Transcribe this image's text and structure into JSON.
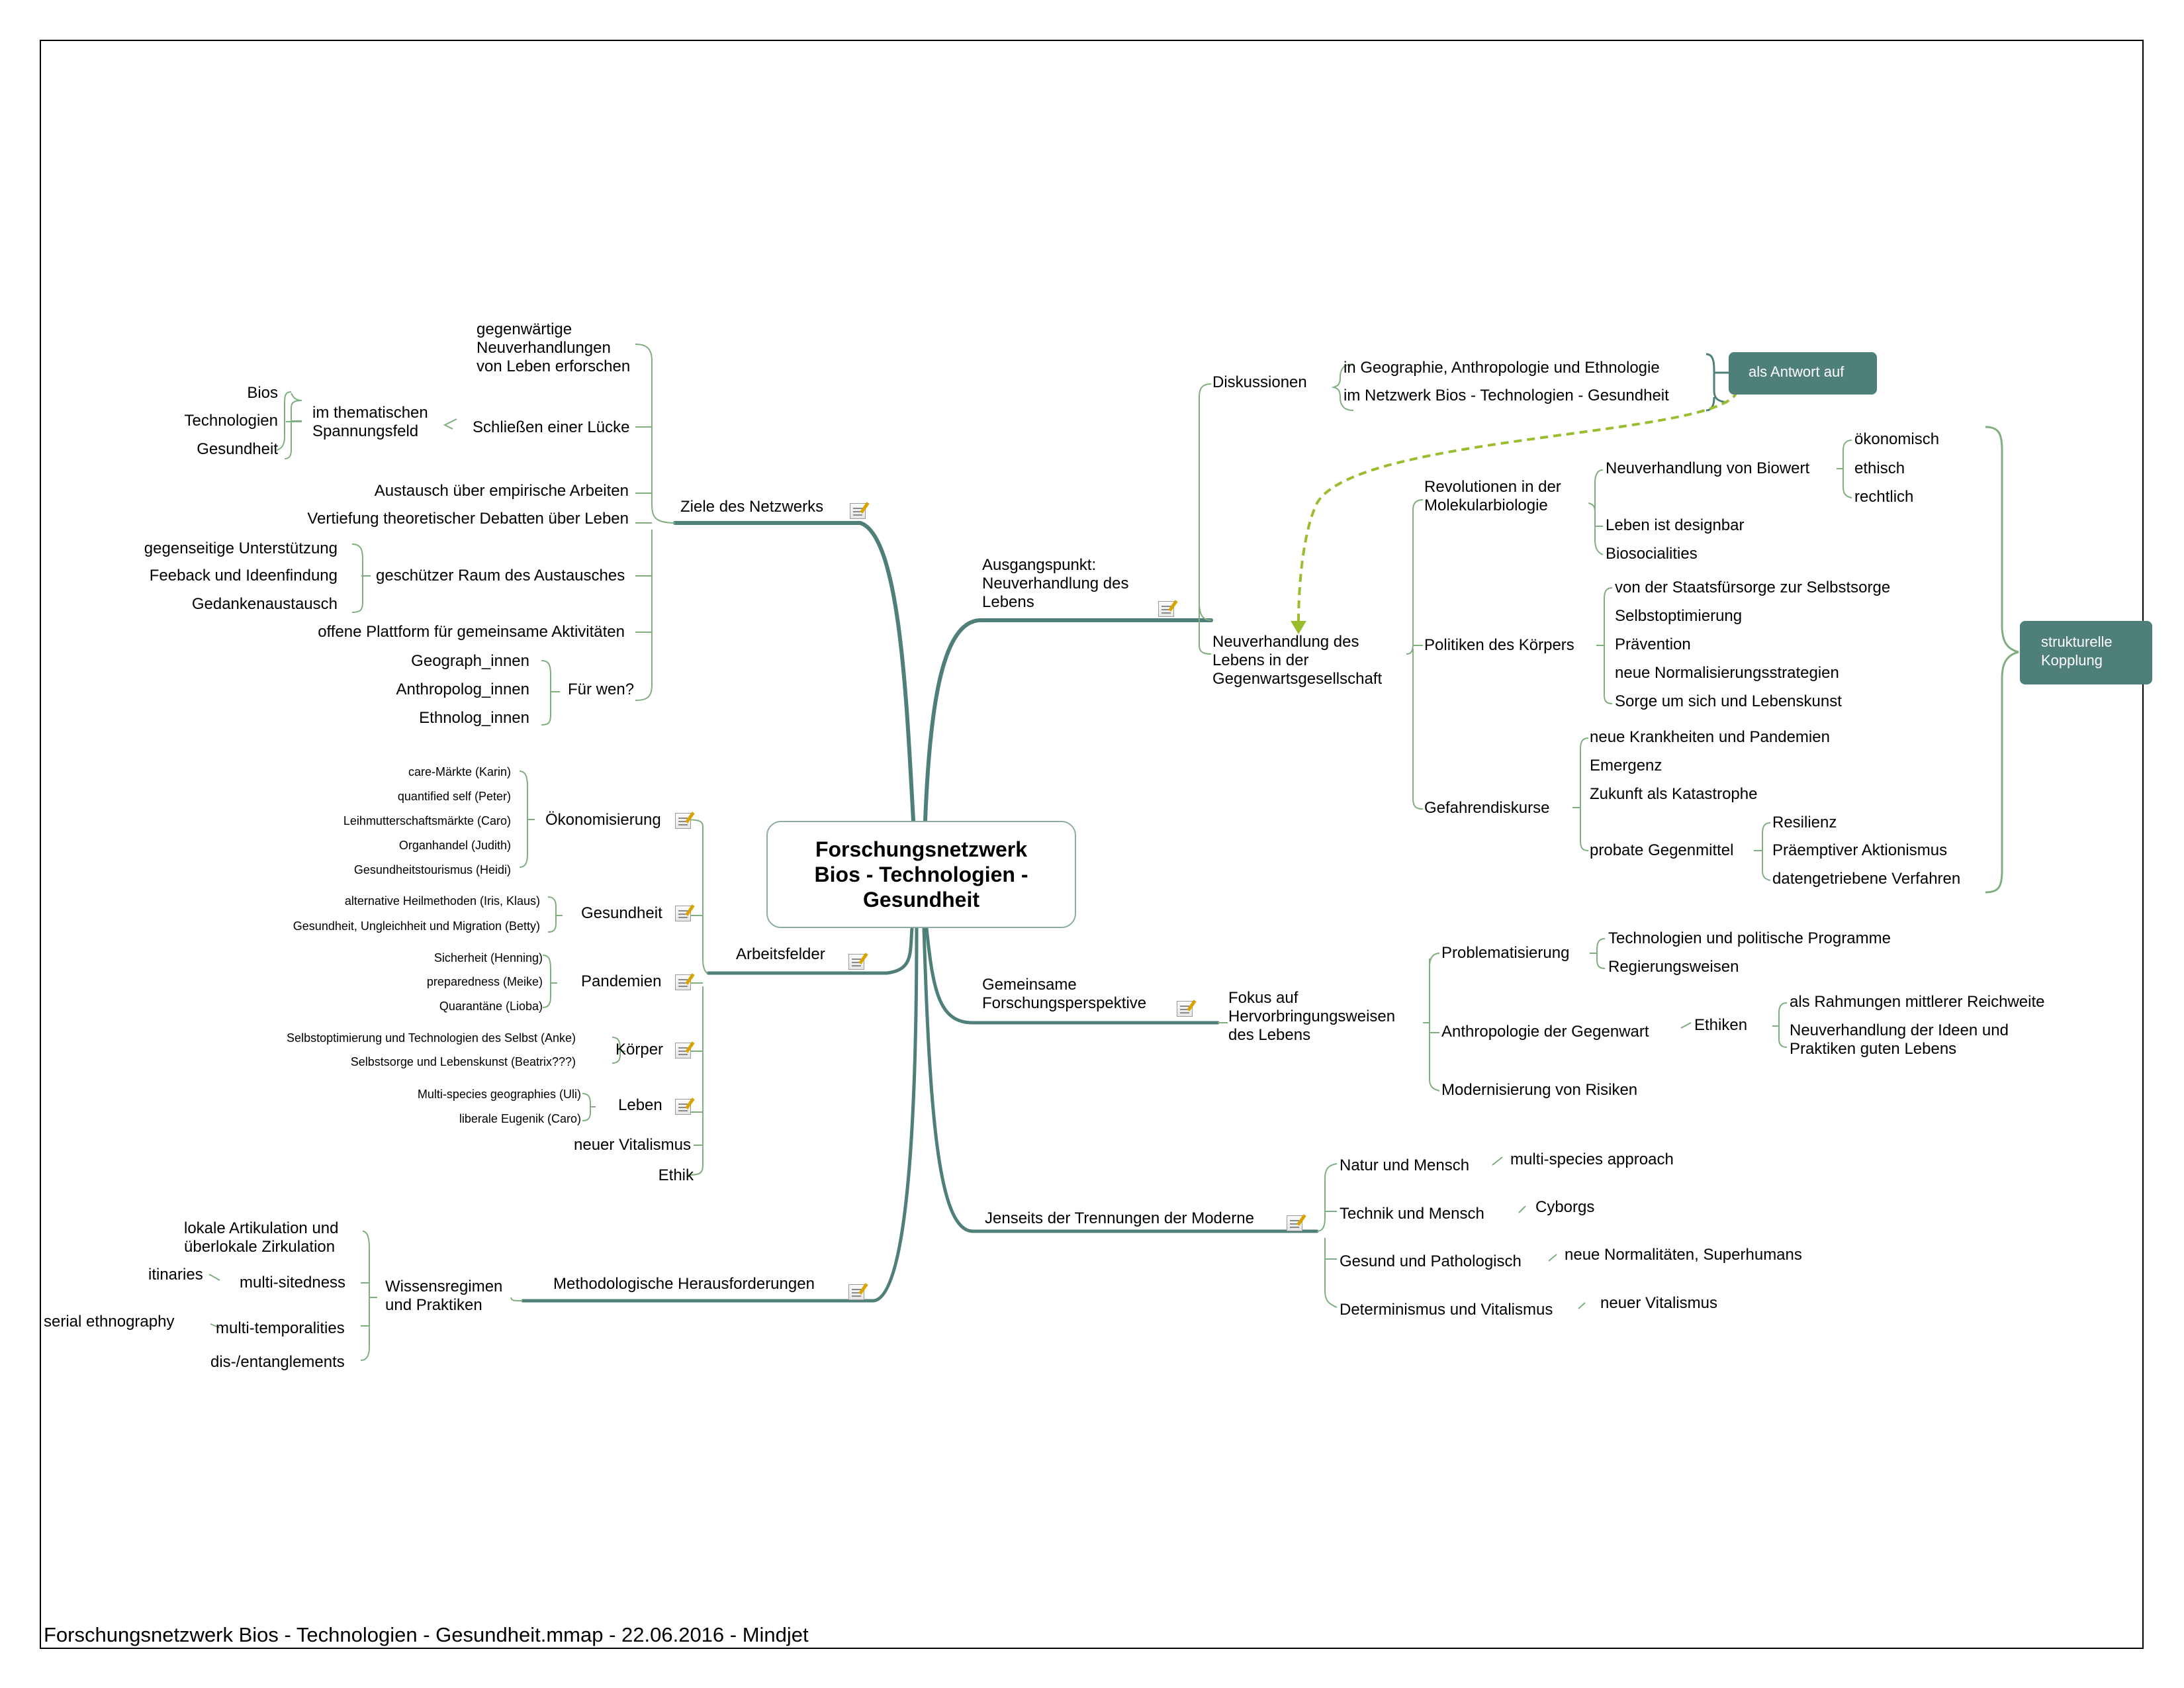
{
  "map": {
    "title": "Forschungsnetzwerk\nBios - Technologien -\nGesundheit",
    "footer": "Forschungsnetzwerk Bios - Technologien - Gesundheit.mmap - 22.06.2016 - Mindjet",
    "callouts": {
      "antwort": "als Antwort auf",
      "kopplung": "strukturelle\nKopplung"
    },
    "colors": {
      "branch": "#4f7f79",
      "leaf": "#7fae7f",
      "relationship": "#9abd2e",
      "callout": "#4f7f79"
    }
  },
  "left": {
    "ziele": {
      "label": "Ziele des Netzwerks",
      "gegenwaertige": "gegenwärtige\nNeuverhandlungen\nvon Leben erforschen",
      "luecke": "Schließen einer Lücke",
      "spannungsfeld": "im thematischen\nSpannungsfeld",
      "bios": "Bios",
      "technologien": "Technologien",
      "gesundheit": "Gesundheit",
      "austausch": "Austausch über empirische Arbeiten",
      "vertiefung": "Vertiefung theoretischer Debatten über Leben",
      "raum": "geschützer Raum des Austausches",
      "unterstuetzung": "gegenseitige Unterstützung",
      "feeback": "Feeback und Ideenfindung",
      "gedanken": "Gedankenaustausch",
      "plattform": "offene Plattform für gemeinsame Aktivitäten",
      "fuerwen": "Für wen?",
      "geograph": "Geograph_innen",
      "anthropolog": "Anthropolog_innen",
      "ethnolog": "Ethnolog_innen"
    },
    "arbeitsfelder": {
      "label": "Arbeitsfelder",
      "oekonomisierung": "Ökonomisierung",
      "care": "care-Märkte (Karin)",
      "quantified": "quantified self (Peter)",
      "leihmutter": "Leihmutterschaftsmärkte (Caro)",
      "organhandel": "Organhandel (Judith)",
      "tourismus": "Gesundheitstourismus (Heidi)",
      "gesundheit": "Gesundheit",
      "heilmethoden": "alternative Heilmethoden (Iris, Klaus)",
      "migration": "Gesundheit, Ungleichheit und Migration (Betty)",
      "pandemien": "Pandemien",
      "sicherheit": "Sicherheit (Henning)",
      "preparedness": "preparedness (Meike)",
      "quarantaene": "Quarantäne (Lioba)",
      "koerper": "Körper",
      "selbstopt": "Selbstoptimierung und Technologien des Selbst (Anke)",
      "selbstsorge": "Selbstsorge und Lebenskunst (Beatrix???)",
      "leben": "Leben",
      "multispecies": "Multi-species geographies (Uli)",
      "eugenik": "liberale Eugenik (Caro)",
      "vitalismus": "neuer Vitalismus",
      "ethik": "Ethik"
    },
    "methodologie": {
      "label": "Methodologische Herausforderungen",
      "wissen": "Wissensregimen\nund Praktiken",
      "lokale": "lokale Artikulation und\nüberlokale Zirkulation",
      "sitedness": "multi-sitedness",
      "itinaries": "itinaries",
      "temporalities": "multi-temporalities",
      "serial": "serial ethnography",
      "entanglements": "dis-/entanglements"
    }
  },
  "right": {
    "ausgang": {
      "label": "Ausgangspunkt:\nNeuverhandlung des\nLebens",
      "diskussionen": "Diskussionen",
      "geographie": "in Geographie, Anthropologie und Ethnologie",
      "netzwerk": "im Netzwerk Bios - Technologien - Gesundheit",
      "neuverhandlung": "Neuverhandlung des\nLebens in der\nGegenwartsgesellschaft",
      "revolutionen": "Revolutionen in der\nMolekularbiologie",
      "biowert": "Neuverhandlung von Biowert",
      "oekonomisch": "ökonomisch",
      "ethisch": "ethisch",
      "rechtlich": "rechtlich",
      "designbar": "Leben ist designbar",
      "biosocialities": "Biosocialities",
      "politiken": "Politiken des Körpers",
      "staatsfuersorge": "von der Staatsfürsorge zur Selbstsorge",
      "selbstoptimierung": "Selbstoptimierung",
      "praevention": "Prävention",
      "normalisierung": "neue Normalisierungsstrategien",
      "sorge": "Sorge um sich und Lebenskunst",
      "gefahren": "Gefahrendiskurse",
      "krankheiten": "neue Krankheiten und Pandemien",
      "emergenz": "Emergenz",
      "katastrophe": "Zukunft als Katastrophe",
      "gegenmittel": "probate Gegenmittel",
      "resilienz": "Resilienz",
      "aktionismus": "Präemptiver Aktionismus",
      "datengetrieben": "datengetriebene Verfahren"
    },
    "perspektive": {
      "label": "Gemeinsame\nForschungsperspektive",
      "fokus": "Fokus auf\nHervorbringungsweisen\ndes Lebens",
      "problematisierung": "Problematisierung",
      "programme": "Technologien und politische Programme",
      "regierungsweisen": "Regierungsweisen",
      "anthropologie": "Anthropologie der Gegenwart",
      "ethiken": "Ethiken",
      "rahmungen": "als Rahmungen mittlerer Reichweite",
      "praktiken": "Neuverhandlung der Ideen und\nPraktiken guten Lebens",
      "risiken": "Modernisierung von Risiken"
    },
    "jenseits": {
      "label": "Jenseits der Trennungen der Moderne",
      "natur": "Natur und Mensch",
      "approach": "multi-species approach",
      "technik": "Technik und  Mensch",
      "cyborgs": "Cyborgs",
      "gesund": "Gesund und Pathologisch",
      "normalitaeten": "neue Normalitäten, Superhumans",
      "determinismus": "Determinismus und Vitalismus",
      "vitalismus": "neuer Vitalismus"
    }
  }
}
